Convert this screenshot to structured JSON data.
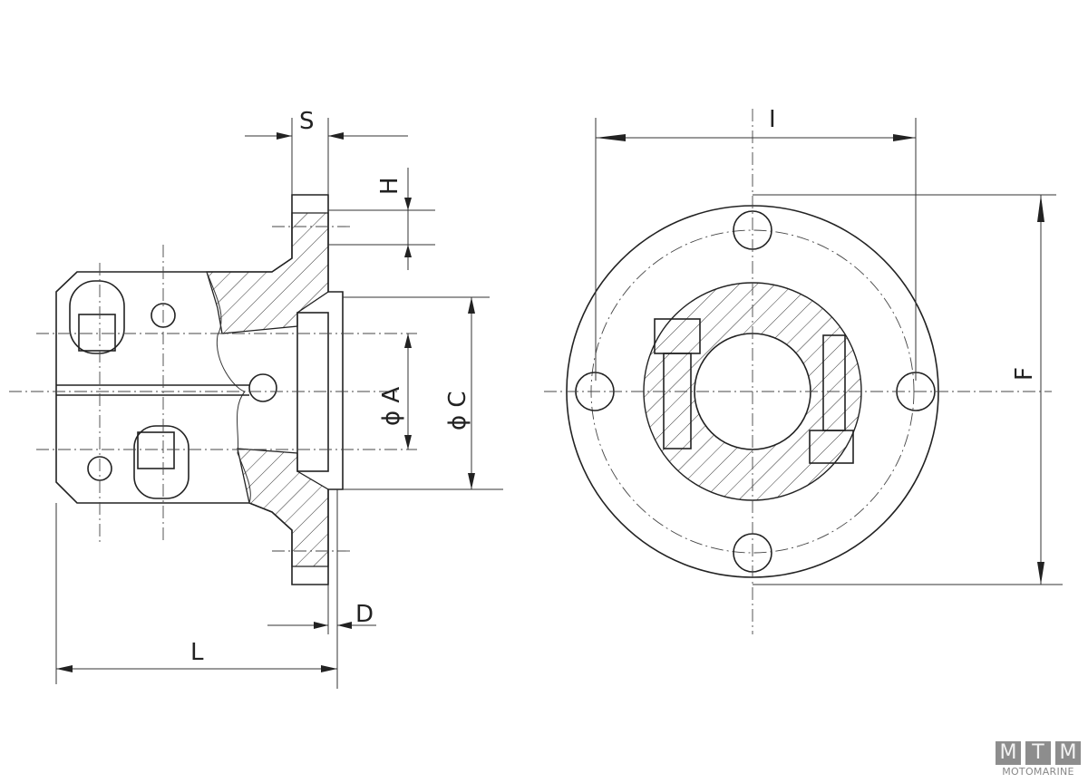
{
  "drawing": {
    "side_view_labels": {
      "S": "S",
      "H": "H",
      "A": "ϕ A",
      "C": "ϕ C",
      "D": "D",
      "L": "L"
    },
    "front_view_labels": {
      "I": "I",
      "F": "F"
    }
  },
  "logo": {
    "letters": [
      "M",
      "T",
      "M"
    ],
    "name": "MOTOMARINE"
  }
}
